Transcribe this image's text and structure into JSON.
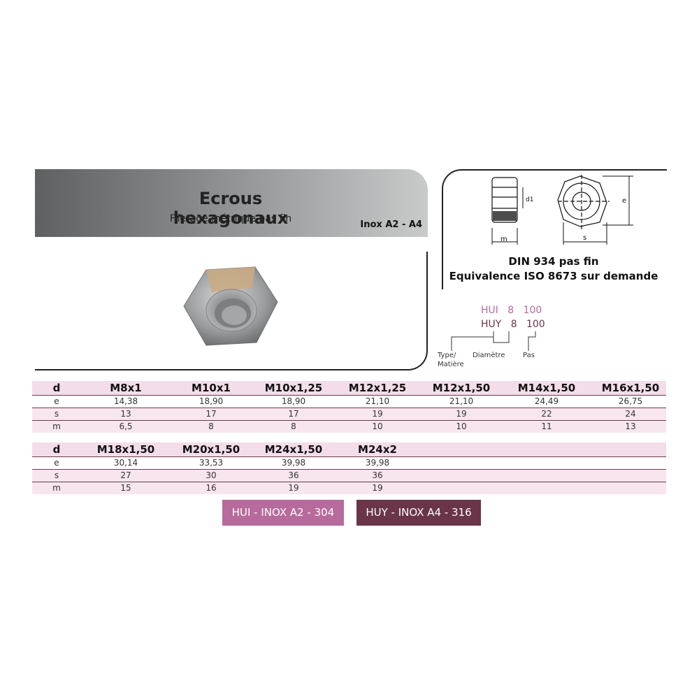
{
  "header": {
    "title": "Ecrous hexagonaux",
    "subtitle": "Filetage métrique pas fin",
    "material": "Inox A2 - A4"
  },
  "drawing": {
    "dim_labels": {
      "d1": "d1",
      "m": "m",
      "s": "s",
      "e": "e"
    },
    "standard": "DIN 934 pas fin",
    "equivalence": "Equivalence ISO 8673 sur demande"
  },
  "reference": {
    "hui": {
      "type": "HUI",
      "diam": "8",
      "pas": "100"
    },
    "huy": {
      "type": "HUY",
      "diam": "8",
      "pas": "100"
    },
    "labels": {
      "type": "Type/",
      "matiere": "Matière",
      "diametre": "Diamètre",
      "pas": "Pas"
    }
  },
  "table1": {
    "header_label": "d",
    "columns": [
      "M8x1",
      "M10x1",
      "M10x1,25",
      "M12x1,25",
      "M12x1,50",
      "M14x1,50",
      "M16x1,50"
    ],
    "rows": [
      {
        "label": "e",
        "values": [
          "14,38",
          "18,90",
          "18,90",
          "21,10",
          "21,10",
          "24,49",
          "26,75"
        ]
      },
      {
        "label": "s",
        "values": [
          "13",
          "17",
          "17",
          "19",
          "19",
          "22",
          "24"
        ]
      },
      {
        "label": "m",
        "values": [
          "6,5",
          "8",
          "8",
          "10",
          "10",
          "11",
          "13"
        ]
      }
    ]
  },
  "table2": {
    "header_label": "d",
    "columns": [
      "M18x1,50",
      "M20x1,50",
      "M24x1,50",
      "M24x2"
    ],
    "rows": [
      {
        "label": "e",
        "values": [
          "30,14",
          "33,53",
          "39,98",
          "39,98"
        ]
      },
      {
        "label": "s",
        "values": [
          "27",
          "30",
          "36",
          "36"
        ]
      },
      {
        "label": "m",
        "values": [
          "15",
          "16",
          "19",
          "19"
        ]
      }
    ]
  },
  "badges": {
    "a2": "HUI - INOX A2 - 304",
    "a4": "HUY - INOX A4 - 316"
  },
  "colors": {
    "a2": "#b76a9c",
    "a4": "#6a3548",
    "row_pink": "#f8e6ee"
  }
}
